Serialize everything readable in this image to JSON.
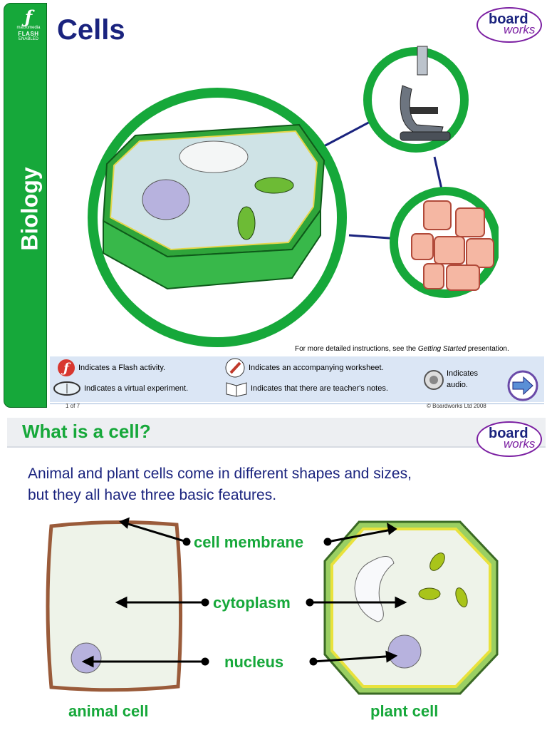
{
  "slide1": {
    "sidebar": {
      "flash_logo": {
        "top": "macromedia",
        "middle": "FLASH",
        "bottom": "ENABLED"
      },
      "label": "Biology"
    },
    "title": "Cells",
    "brand": {
      "board": "board",
      "works": "works"
    },
    "instructions": {
      "prefix": "For more detailed instructions, see the ",
      "italic": "Getting Started",
      "suffix": " presentation."
    },
    "legend": [
      {
        "icon": "flash-icon",
        "text": "Indicates a Flash activity."
      },
      {
        "icon": "worksheet-pencil-icon",
        "text": "Indicates an accompanying worksheet."
      },
      {
        "icon": "audio-speaker-icon",
        "text": "Indicates audio."
      },
      {
        "icon": "goggles-icon",
        "text": "Indicates a virtual experiment."
      },
      {
        "icon": "teacher-notes-book-icon",
        "text": "Indicates that there are teacher's notes."
      }
    ],
    "footer": {
      "page": "1 of 7",
      "copyright": "© Boardworks Ltd 2008"
    }
  },
  "slide2": {
    "title": "What is a cell?",
    "brand": {
      "board": "board",
      "works": "works"
    },
    "intro_line1": "Animal and plant cells come in different shapes and sizes,",
    "intro_line2": "but they all have three basic features.",
    "labels": {
      "membrane": "cell membrane",
      "cytoplasm": "cytoplasm",
      "nucleus": "nucleus"
    },
    "captions": {
      "animal": "animal cell",
      "plant": "plant cell"
    }
  },
  "colors": {
    "green": "#16a83a",
    "navy": "#1a237e",
    "purple": "#7b1fa2"
  }
}
